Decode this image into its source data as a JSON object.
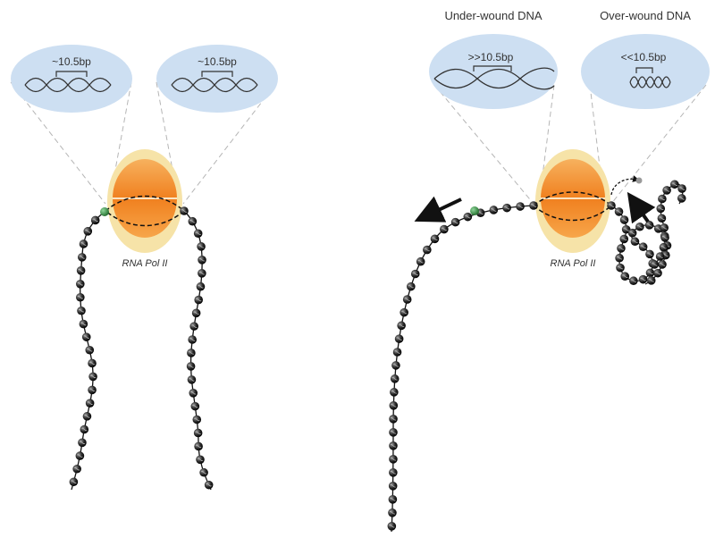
{
  "left_panel": {
    "bubble_left_label": "~10.5bp",
    "bubble_right_label": "~10.5bp",
    "polymerase_label": "RNA Pol II"
  },
  "right_panel": {
    "underwound_title": "Under-wound DNA",
    "overwound_title": "Over-wound DNA",
    "underwound_label": ">>10.5bp",
    "overwound_label": "<<10.5bp",
    "polymerase_label": "RNA Pol II"
  },
  "colors": {
    "bubble": "#cddff2",
    "polymerase_outer": "#f6e3a8",
    "polymerase_inner": "#f08a2a",
    "nucleosome": "#1a1a1a",
    "marker": "#2e8b3a"
  }
}
